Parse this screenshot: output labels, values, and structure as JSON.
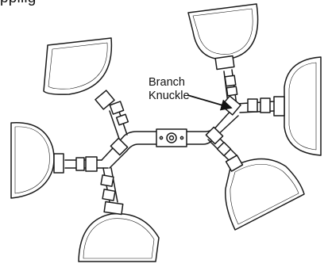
{
  "page": {
    "heading_fragment": "ppiiig"
  },
  "diagram": {
    "callout_lines": [
      "Branch",
      "Knuckle"
    ],
    "stroke_color": "#1a1a1a",
    "fill_color": "#ffffff"
  }
}
